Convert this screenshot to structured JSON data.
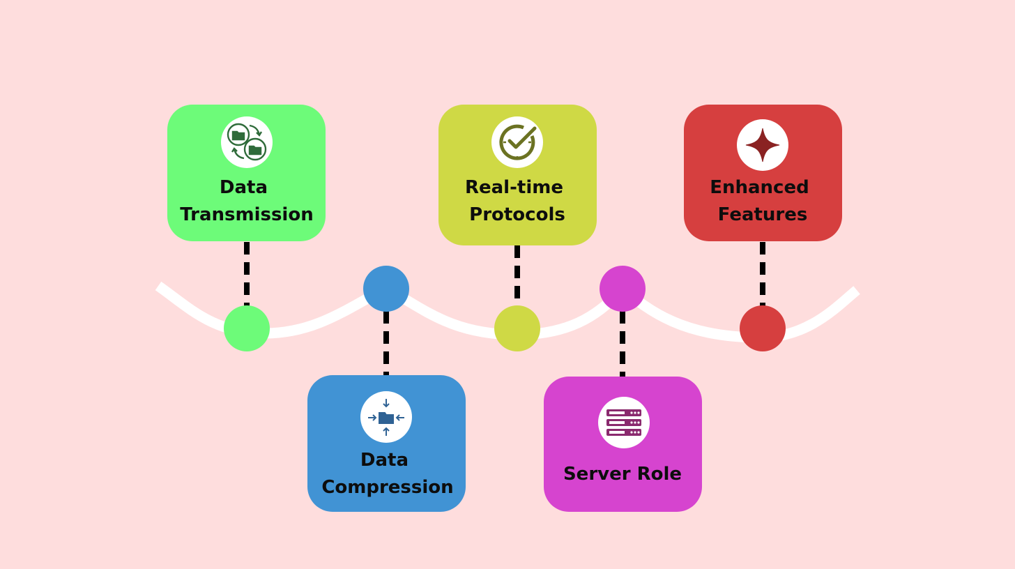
{
  "background": "#fedddd",
  "timeline": {
    "wave_color": "#ffffff",
    "connector_color": "#000000"
  },
  "steps": [
    {
      "id": "data-transmission",
      "label_lines": [
        "Data",
        "Transmission"
      ],
      "color": "#6dfb79",
      "icon": "folder-sync-icon",
      "icon_color": "#2f6b3a",
      "position": "above"
    },
    {
      "id": "data-compression",
      "label_lines": [
        "Data",
        "Compression"
      ],
      "color": "#4193d4",
      "icon": "compress-folder-icon",
      "icon_color": "#2f6294",
      "position": "below"
    },
    {
      "id": "real-time-protocols",
      "label_lines": [
        "Real-time",
        "Protocols"
      ],
      "color": "#cfd945",
      "icon": "clock-check-icon",
      "icon_color": "#6b7222",
      "position": "above"
    },
    {
      "id": "server-role",
      "label_lines": [
        "Server Role"
      ],
      "color": "#d644cf",
      "icon": "server-icon",
      "icon_color": "#8a2a6e",
      "position": "below"
    },
    {
      "id": "enhanced-features",
      "label_lines": [
        "Enhanced",
        "Features"
      ],
      "color": "#d63f3f",
      "icon": "sparkle-icon",
      "icon_color": "#8a2222",
      "position": "above"
    }
  ]
}
